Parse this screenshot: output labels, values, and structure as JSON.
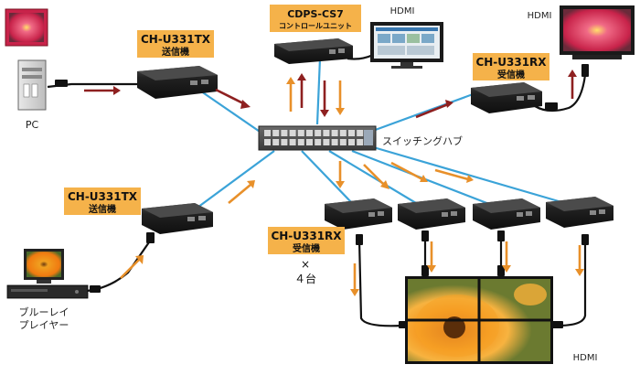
{
  "labels": {
    "tx_top_model": "CH-U331TX",
    "tx_top_role": "送信機",
    "tx_bottom_model": "CH-U331TX",
    "tx_bottom_role": "送信機",
    "rx_top_model": "CH-U331RX",
    "rx_top_role": "受信機",
    "rx_bottom_model": "CH-U331RX",
    "rx_bottom_role": "受信機",
    "rx_count_symbol": "×",
    "rx_count": "４台",
    "controller_model": "CDPS-CS7",
    "controller_role": "コントロールユニット",
    "switch_label": "スイッチングハブ",
    "hdmi_controller": "HDMI",
    "hdmi_top_right": "HDMI",
    "hdmi_wall": "HDMI",
    "pc_label": "PC",
    "bluray_line1": "ブルーレイ",
    "bluray_line2": "プレイヤー"
  },
  "colors": {
    "label_bg": "#f5b24a",
    "network_line": "#3ba3d8",
    "arrow_in": "#8e2020",
    "arrow_out": "#e8902a",
    "device_body": "#1c1c1c"
  }
}
